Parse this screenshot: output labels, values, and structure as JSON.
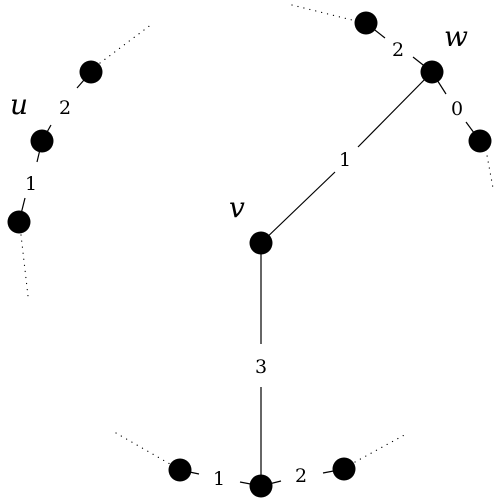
{
  "graph": {
    "vertex_labels": {
      "u": "u",
      "v": "v",
      "w": "w"
    },
    "edge_labels": {
      "v_w": "1",
      "v_bottom": "3",
      "w_top": "2",
      "w_right": "0",
      "u_top": "2",
      "u_bottom": "1",
      "bottom_left": "1",
      "bottom_right": "2"
    },
    "colors": {
      "node": "#000000",
      "edge": "#000000",
      "background": "#ffffff"
    }
  }
}
